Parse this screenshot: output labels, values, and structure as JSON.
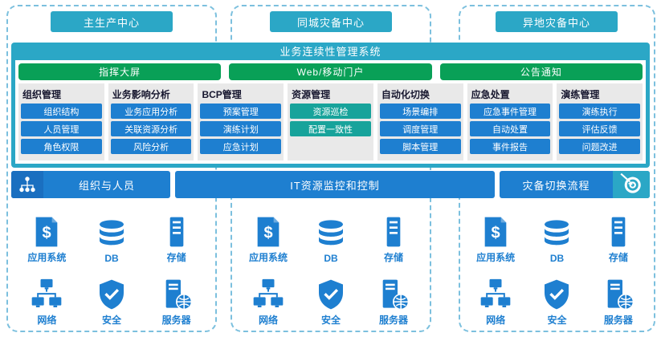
{
  "colors": {
    "teal": "#2BA7C6",
    "green": "#09A057",
    "blue": "#1E7FD0",
    "item_teal": "#17A39B",
    "column_bg": "#E9E9E9",
    "dashed_border": "#7CC0DE",
    "label_blue": "#1E7FD0"
  },
  "centers": [
    "主生产中心",
    "同城灾备中心",
    "异地灾备中心"
  ],
  "system": {
    "title": "业务连续性管理系统",
    "portals": [
      "指挥大屏",
      "Web/移动门户",
      "公告通知"
    ],
    "modules": [
      {
        "title": "组织管理",
        "accent": "blue",
        "items": [
          "组织结构",
          "人员管理",
          "角色权限"
        ]
      },
      {
        "title": "业务影响分析",
        "accent": "blue",
        "items": [
          "业务应用分析",
          "关联资源分析",
          "风险分析"
        ]
      },
      {
        "title": "BCP管理",
        "accent": "blue",
        "items": [
          "预案管理",
          "演练计划",
          "应急计划"
        ]
      },
      {
        "title": "资源管理",
        "accent": "teal",
        "items": [
          "资源巡检",
          "配置一致性"
        ]
      },
      {
        "title": "自动化切换",
        "accent": "blue",
        "items": [
          "场景编排",
          "调度管理",
          "脚本管理"
        ]
      },
      {
        "title": "应急处置",
        "accent": "blue",
        "items": [
          "应急事件管理",
          "自动处置",
          "事件报告"
        ]
      },
      {
        "title": "演练管理",
        "accent": "blue",
        "items": [
          "演练执行",
          "评估反馈",
          "问题改进"
        ]
      }
    ]
  },
  "bars": {
    "left": "组织与人员",
    "center": "IT资源监控和控制",
    "right": "灾备切换流程"
  },
  "infra_items": [
    {
      "label": "应用系统",
      "icon": "app-system-icon"
    },
    {
      "label": "DB",
      "icon": "database-icon"
    },
    {
      "label": "存储",
      "icon": "storage-icon"
    },
    {
      "label": "网络",
      "icon": "network-icon"
    },
    {
      "label": "安全",
      "icon": "security-icon"
    },
    {
      "label": "服务器",
      "icon": "server-icon"
    }
  ]
}
